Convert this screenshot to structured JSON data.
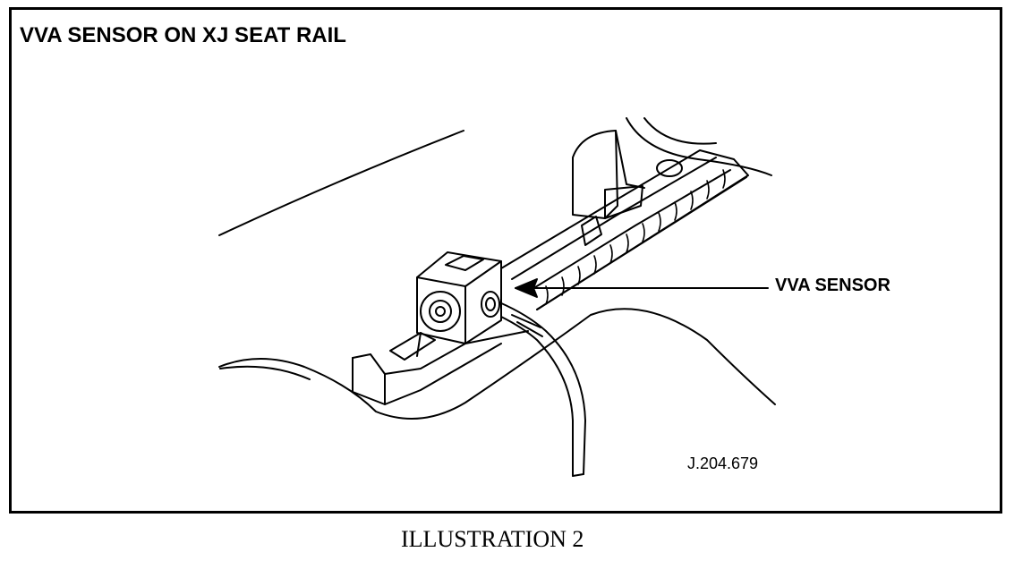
{
  "diagram": {
    "title": "VVA SENSOR ON XJ SEAT RAIL",
    "callout_label": "VVA SENSOR",
    "reference_number": "J.204.679",
    "caption": "ILLUSTRATION 2"
  },
  "colors": {
    "line": "#000000",
    "background": "#ffffff"
  }
}
